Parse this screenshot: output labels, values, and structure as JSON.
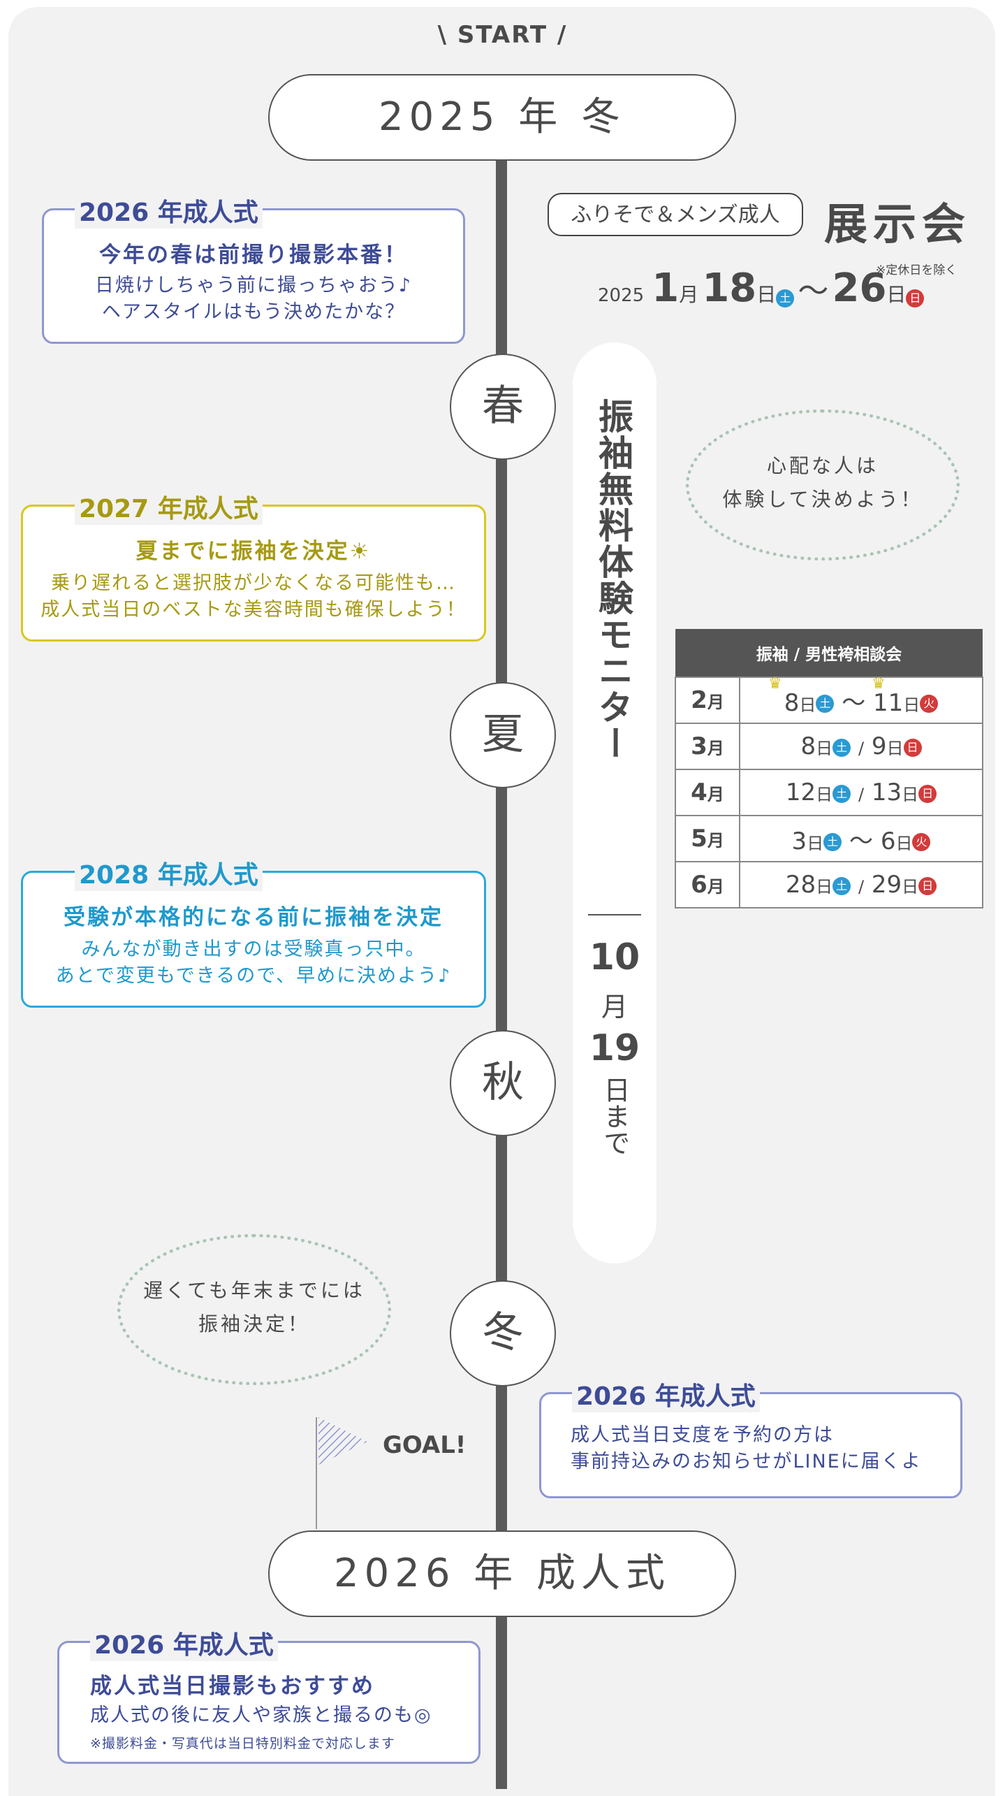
{
  "start_label": "\\ START /",
  "year_2025": "2025 年 冬",
  "year_2026": "2026 年 成人式",
  "seasons": {
    "spring": "春",
    "summer": "夏",
    "autumn": "秋",
    "winter": "冬"
  },
  "box1": {
    "tag": "2026 年成人式",
    "title": "今年の春は前撮り撮影本番！",
    "line1": "日焼けしちゃう前に撮っちゃおう♪",
    "line2": "ヘアスタイルはもう決めたかな？"
  },
  "box2": {
    "tag": "2027 年成人式",
    "title": "夏までに振袖を決定☀",
    "line1": "乗り遅れると選択肢が少なくなる可能性も…",
    "line2": "成人式当日のベストな美容時間も確保しよう！"
  },
  "box3": {
    "tag": "2028 年成人式",
    "title": "受験が本格的になる前に振袖を決定",
    "line1": "みんなが動き出すのは受験真っ只中。",
    "line2": "あとで変更もできるので、早めに決めよう♪"
  },
  "box4": {
    "tag": "2026 年成人式",
    "line1": "成人式当日支度を予約の方は",
    "line2": "事前持込みのお知らせがLINEに届くよ"
  },
  "box5": {
    "tag": "2026 年成人式",
    "title": "成人式当日撮影もおすすめ",
    "line1": "成人式の後に友人や家族と撮るのも◎",
    "note": "※撮影料金・写真代は当日特別料金で対応します"
  },
  "exhibition": {
    "badge": "ふりそで＆メンズ成人",
    "title": "展示会",
    "note": "※定休日を除く",
    "year": "2025",
    "month": "1",
    "month_unit": "月",
    "start_day": "18",
    "day_unit": "日",
    "start_dow": "土",
    "tilde": "〜",
    "end_day": "26",
    "end_dow": "日"
  },
  "monitor": {
    "title": "振袖無料体験モニター",
    "deadline_num1": "10",
    "deadline_unit1": "月",
    "deadline_num2": "19",
    "deadline_unit2": "日まで"
  },
  "oval1": {
    "line1": "心配な人は",
    "line2": "体験して決めよう！"
  },
  "oval2": {
    "line1": "遅くても年末までには",
    "line2": "振袖決定！"
  },
  "goal": "GOAL!",
  "schedule": {
    "header": "振袖 / 男性袴相談会",
    "rows": [
      {
        "month": "2",
        "unit": "月",
        "d1": "8",
        "dow1": "土",
        "sep": "〜",
        "d2": "11",
        "dow2": "火"
      },
      {
        "month": "3",
        "unit": "月",
        "d1": "8",
        "dow1": "土",
        "sep": "/",
        "d2": "9",
        "dow2": "日"
      },
      {
        "month": "4",
        "unit": "月",
        "d1": "12",
        "dow1": "土",
        "sep": "/",
        "d2": "13",
        "dow2": "日"
      },
      {
        "month": "5",
        "unit": "月",
        "d1": "3",
        "dow1": "土",
        "sep": "〜",
        "d2": "6",
        "dow2": "火"
      },
      {
        "month": "6",
        "unit": "月",
        "d1": "28",
        "dow1": "土",
        "sep": "/",
        "d2": "29",
        "dow2": "日"
      }
    ]
  },
  "colors": {
    "blue": "#3e4c97",
    "yellow": "#a69a12",
    "cyan": "#1f99cc",
    "sat": "#2a9ad3",
    "sun": "#d23b3b"
  }
}
